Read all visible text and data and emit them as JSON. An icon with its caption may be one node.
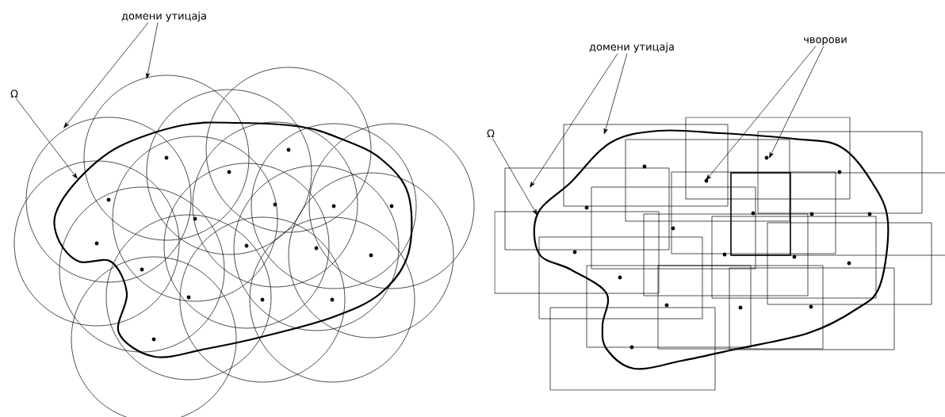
{
  "diagram": {
    "nodes": [
      {
        "text": [
          "домени утицаја"
        ]
      },
      {
        "text": [
          "Ω"
        ]
      },
      {
        "text": [
          "домени утицаја"
        ]
      },
      {
        "text": [
          "чворови"
        ]
      },
      {
        "text": [
          "Ω"
        ]
      }
    ],
    "edges": [
      {
        "from": 0,
        "to": null,
        "arrow": "to"
      },
      {
        "from": 0,
        "to": null,
        "arrow": "to"
      },
      {
        "from": 1,
        "to": null,
        "arrow": "to"
      },
      {
        "from": 2,
        "to": null,
        "arrow": "to"
      },
      {
        "from": 2,
        "to": null,
        "arrow": "to"
      },
      {
        "from": 3,
        "to": null,
        "arrow": "to"
      },
      {
        "from": 3,
        "to": null,
        "arrow": "to"
      },
      {
        "from": 4,
        "to": null,
        "arrow": "to"
      }
    ]
  }
}
